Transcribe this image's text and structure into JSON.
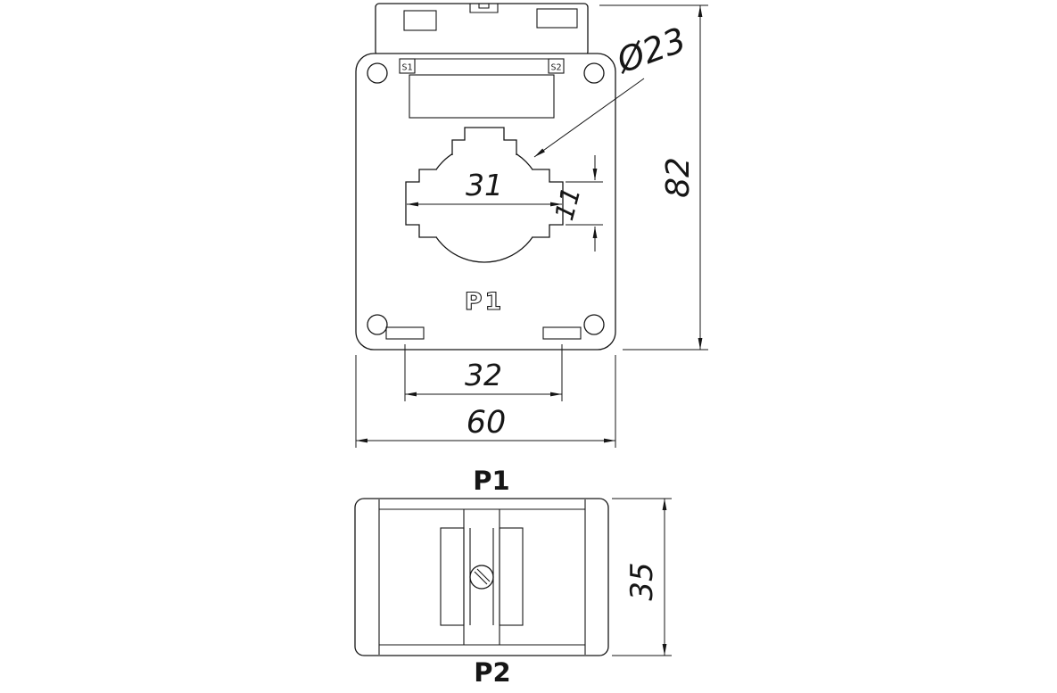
{
  "front_view": {
    "s1": "S1",
    "s2": "S2",
    "p1": "P1",
    "dims": {
      "diameter": "Ø23",
      "height": "82",
      "window": "31",
      "keyway": "11",
      "feet": "32",
      "width": "60"
    }
  },
  "side_view": {
    "p1": "P1",
    "p2": "P2",
    "dims": {
      "depth": "35"
    }
  },
  "colors": {
    "line": "#161616",
    "background": "#ffffff"
  }
}
